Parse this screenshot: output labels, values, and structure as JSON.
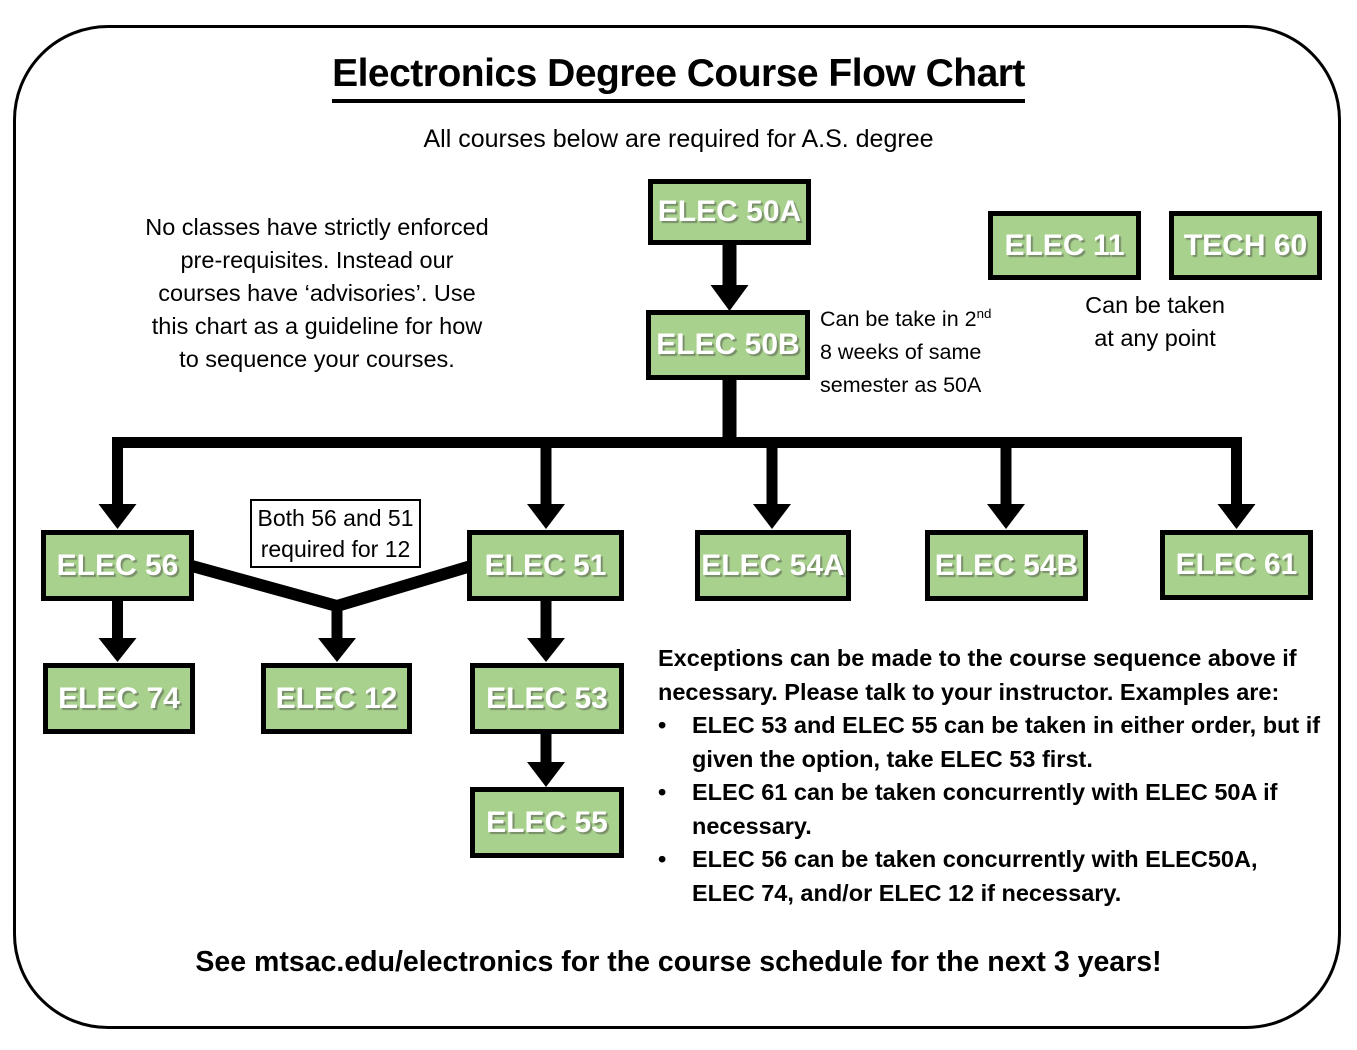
{
  "palette": {
    "box_fill": "#a9d18e",
    "box_border": "#000000",
    "box_text": "#ffffff",
    "line": "#000000",
    "page_bg": "#ffffff"
  },
  "header": {
    "title": "Electronics Degree Course Flow Chart",
    "subtitle": "All courses below are required for A.S. degree"
  },
  "advisory_note": {
    "lines": [
      "No classes have strictly enforced",
      "pre-requisites. Instead our",
      "courses have ‘advisories’. Use",
      "this chart as a guideline for how",
      "to sequence your courses."
    ]
  },
  "courses": [
    {
      "label": "ELEC 50A"
    },
    {
      "label": "ELEC 50B"
    },
    {
      "label": "ELEC 11"
    },
    {
      "label": "TECH 60"
    },
    {
      "label": "ELEC 56"
    },
    {
      "label": "ELEC 51"
    },
    {
      "label": "ELEC 54A"
    },
    {
      "label": "ELEC 54B"
    },
    {
      "label": "ELEC 61"
    },
    {
      "label": "ELEC 74"
    },
    {
      "label": "ELEC 12"
    },
    {
      "label": "ELEC 53"
    },
    {
      "label": "ELEC 55"
    }
  ],
  "callouts": {
    "second_eight_weeks": {
      "prefix": "Can be take in 2",
      "superscript": "nd",
      "line2": "8 weeks of same",
      "line3": "semester as 50A"
    },
    "any_point_lines": [
      "Can be taken",
      "at any point"
    ],
    "both_required_lines": [
      "Both 56 and 51",
      "required for 12"
    ]
  },
  "exceptions": {
    "intro_lines": [
      "Exceptions can be made to the course sequence above if",
      "necessary. Please talk to your instructor. Examples are:"
    ],
    "bullets": [
      {
        "lines": [
          "ELEC 53 and ELEC 55 can be taken in either order, but if",
          "given the option, take ELEC 53 first."
        ]
      },
      {
        "lines": [
          "ELEC 61 can be taken concurrently with ELEC 50A if",
          "necessary."
        ]
      },
      {
        "lines": [
          "ELEC 56 can be taken concurrently with ELEC50A,",
          "ELEC 74, and/or ELEC 12 if necessary."
        ]
      }
    ]
  },
  "footer": {
    "text": "See mtsac.edu/electronics for the course schedule for the next 3 years!"
  },
  "flow_edges": [
    {
      "from": "ELEC 50A",
      "to": "ELEC 50B"
    },
    {
      "from": "ELEC 50B",
      "to": "ELEC 56"
    },
    {
      "from": "ELEC 50B",
      "to": "ELEC 51"
    },
    {
      "from": "ELEC 50B",
      "to": "ELEC 54A"
    },
    {
      "from": "ELEC 50B",
      "to": "ELEC 54B"
    },
    {
      "from": "ELEC 50B",
      "to": "ELEC 61"
    },
    {
      "from": "ELEC 56",
      "to": "ELEC 74"
    },
    {
      "from": "ELEC 56",
      "to": "ELEC 12"
    },
    {
      "from": "ELEC 51",
      "to": "ELEC 12"
    },
    {
      "from": "ELEC 51",
      "to": "ELEC 53"
    },
    {
      "from": "ELEC 53",
      "to": "ELEC 55"
    }
  ]
}
